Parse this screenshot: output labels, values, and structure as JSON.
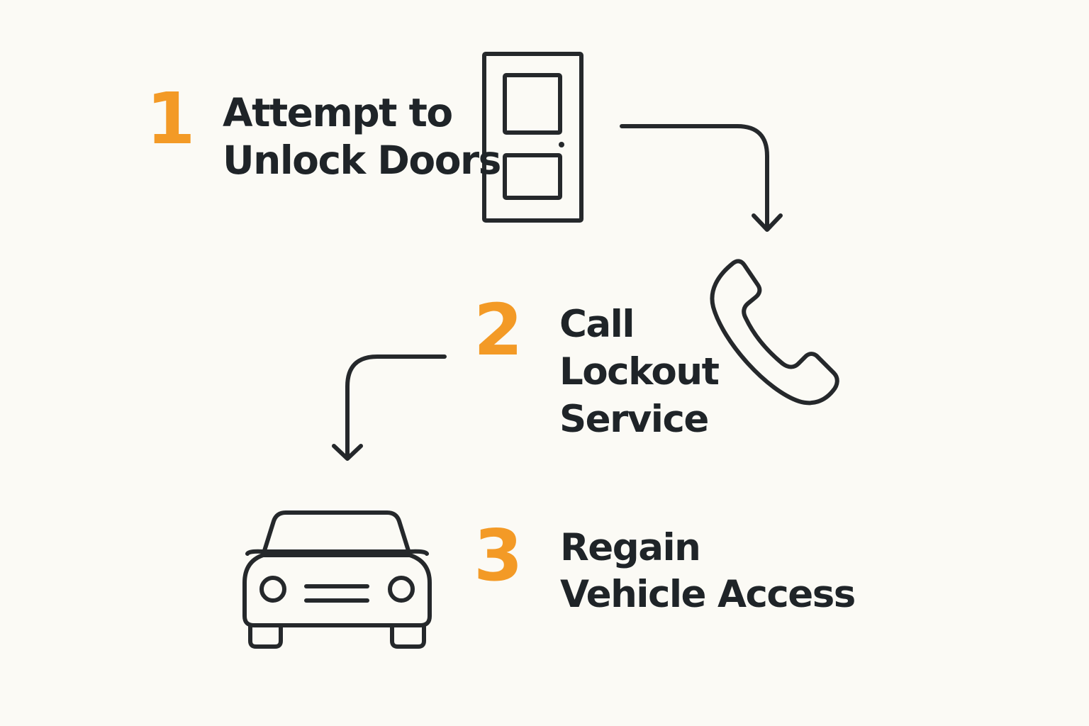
{
  "accent_color": "#F39A26",
  "text_color": "#1F2428",
  "background_color": "#FBFAF5",
  "steps": [
    {
      "number": "1",
      "line1": "Attempt to",
      "line2": "Unlock Doors",
      "icon": "door-icon"
    },
    {
      "number": "2",
      "line1": "Call",
      "line2": "Lockout",
      "line3": "Service",
      "icon": "phone-icon"
    },
    {
      "number": "3",
      "line1": "Regain",
      "line2": "Vehicle Access",
      "icon": "car-icon"
    }
  ]
}
